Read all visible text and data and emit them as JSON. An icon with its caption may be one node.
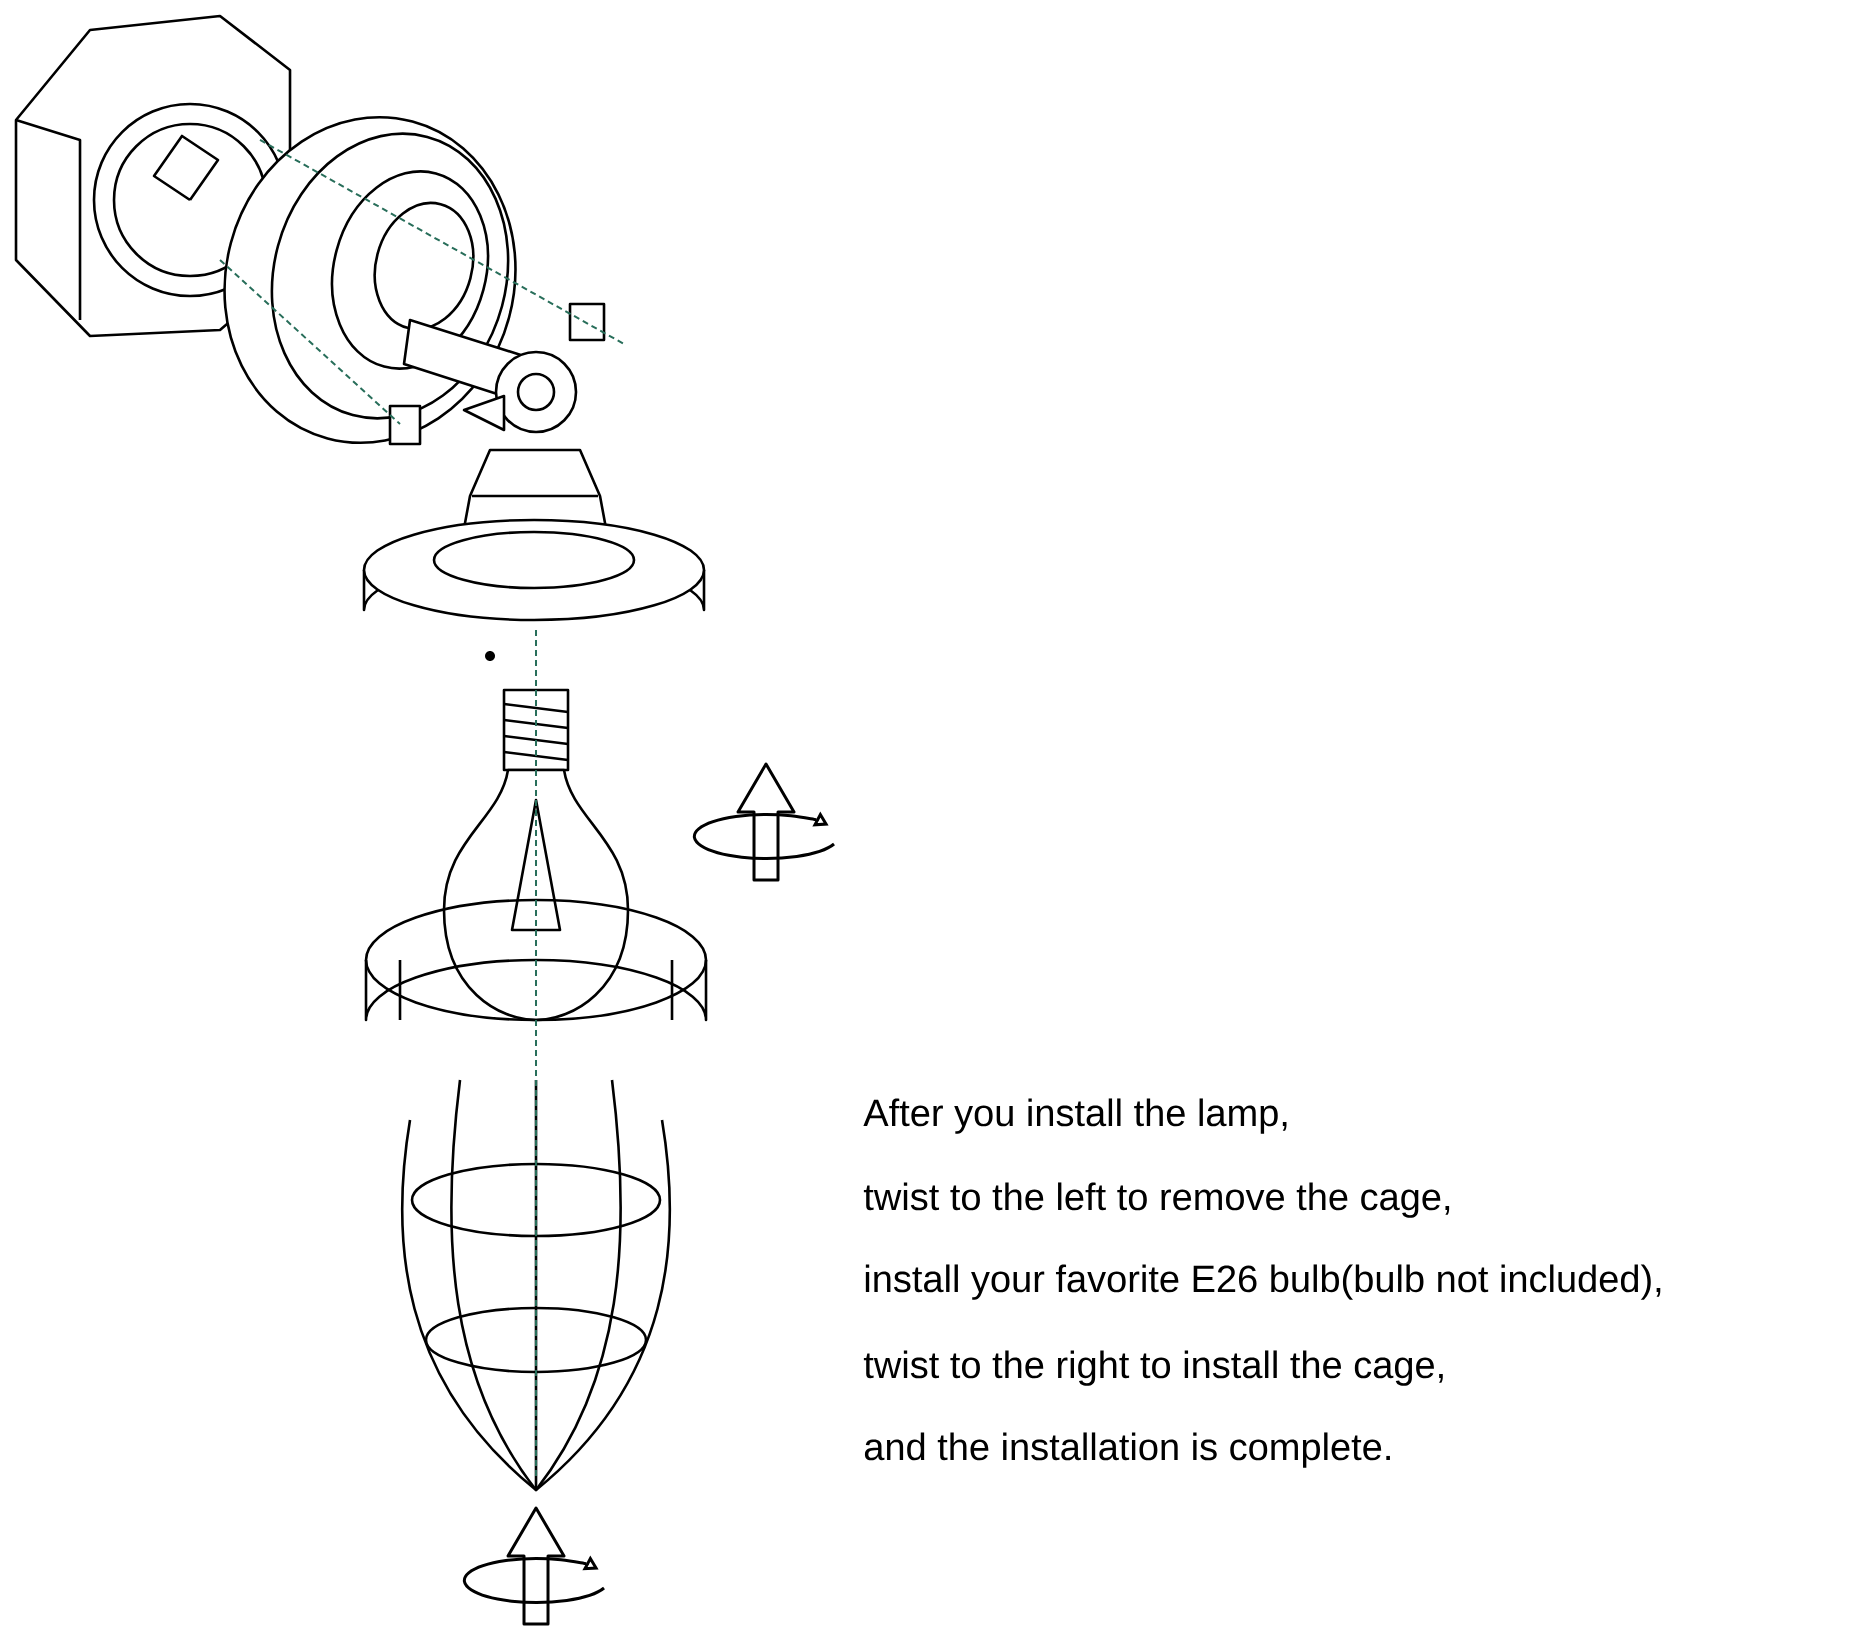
{
  "diagram": {
    "labels": [
      "After you install the lamp,",
      "twist to the left to remove the cage,",
      "install your favorite E26 bulb(bulb not included),",
      "twist to the right to install the cage,",
      "and the installation is complete."
    ]
  }
}
